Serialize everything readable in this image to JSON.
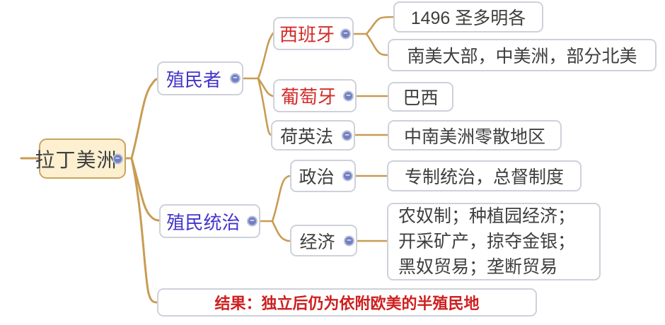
{
  "colors": {
    "branch_line": "#c89c52",
    "root_fill": "#fcf0d0",
    "root_border": "#c9a462",
    "node_border": "#ced1da",
    "blue_topic": "#4334cb",
    "red_topic": "#d32b28",
    "result_red": "#cf1f1f",
    "collapse_button": "#7380bf"
  },
  "icons": {
    "collapse": "−"
  },
  "nodes": {
    "root": {
      "label": "拉丁美洲"
    },
    "colonizers": {
      "label": "殖民者"
    },
    "spain": {
      "label": "西班牙"
    },
    "spain_time": {
      "label": "1496  圣多明各"
    },
    "spain_area": {
      "label": "南美大部，中美洲，部分北美"
    },
    "portugal": {
      "label": "葡萄牙"
    },
    "brazil": {
      "label": "巴西"
    },
    "dutch_en_fr": {
      "label": "荷英法"
    },
    "dutch_area": {
      "label": "中南美洲零散地区"
    },
    "rule": {
      "label": "殖民统治"
    },
    "politics": {
      "label": "政治"
    },
    "politics_detail": {
      "label": "专制统治，总督制度"
    },
    "economy": {
      "label": "经济"
    },
    "economy_detail": {
      "lines": [
        "农奴制；种植园经济；",
        "开采矿产，掠夺金银；",
        "黑奴贸易；垄断贸易"
      ]
    },
    "result": {
      "label": "结果：独立后仍为依附欧美的半殖民地"
    }
  }
}
